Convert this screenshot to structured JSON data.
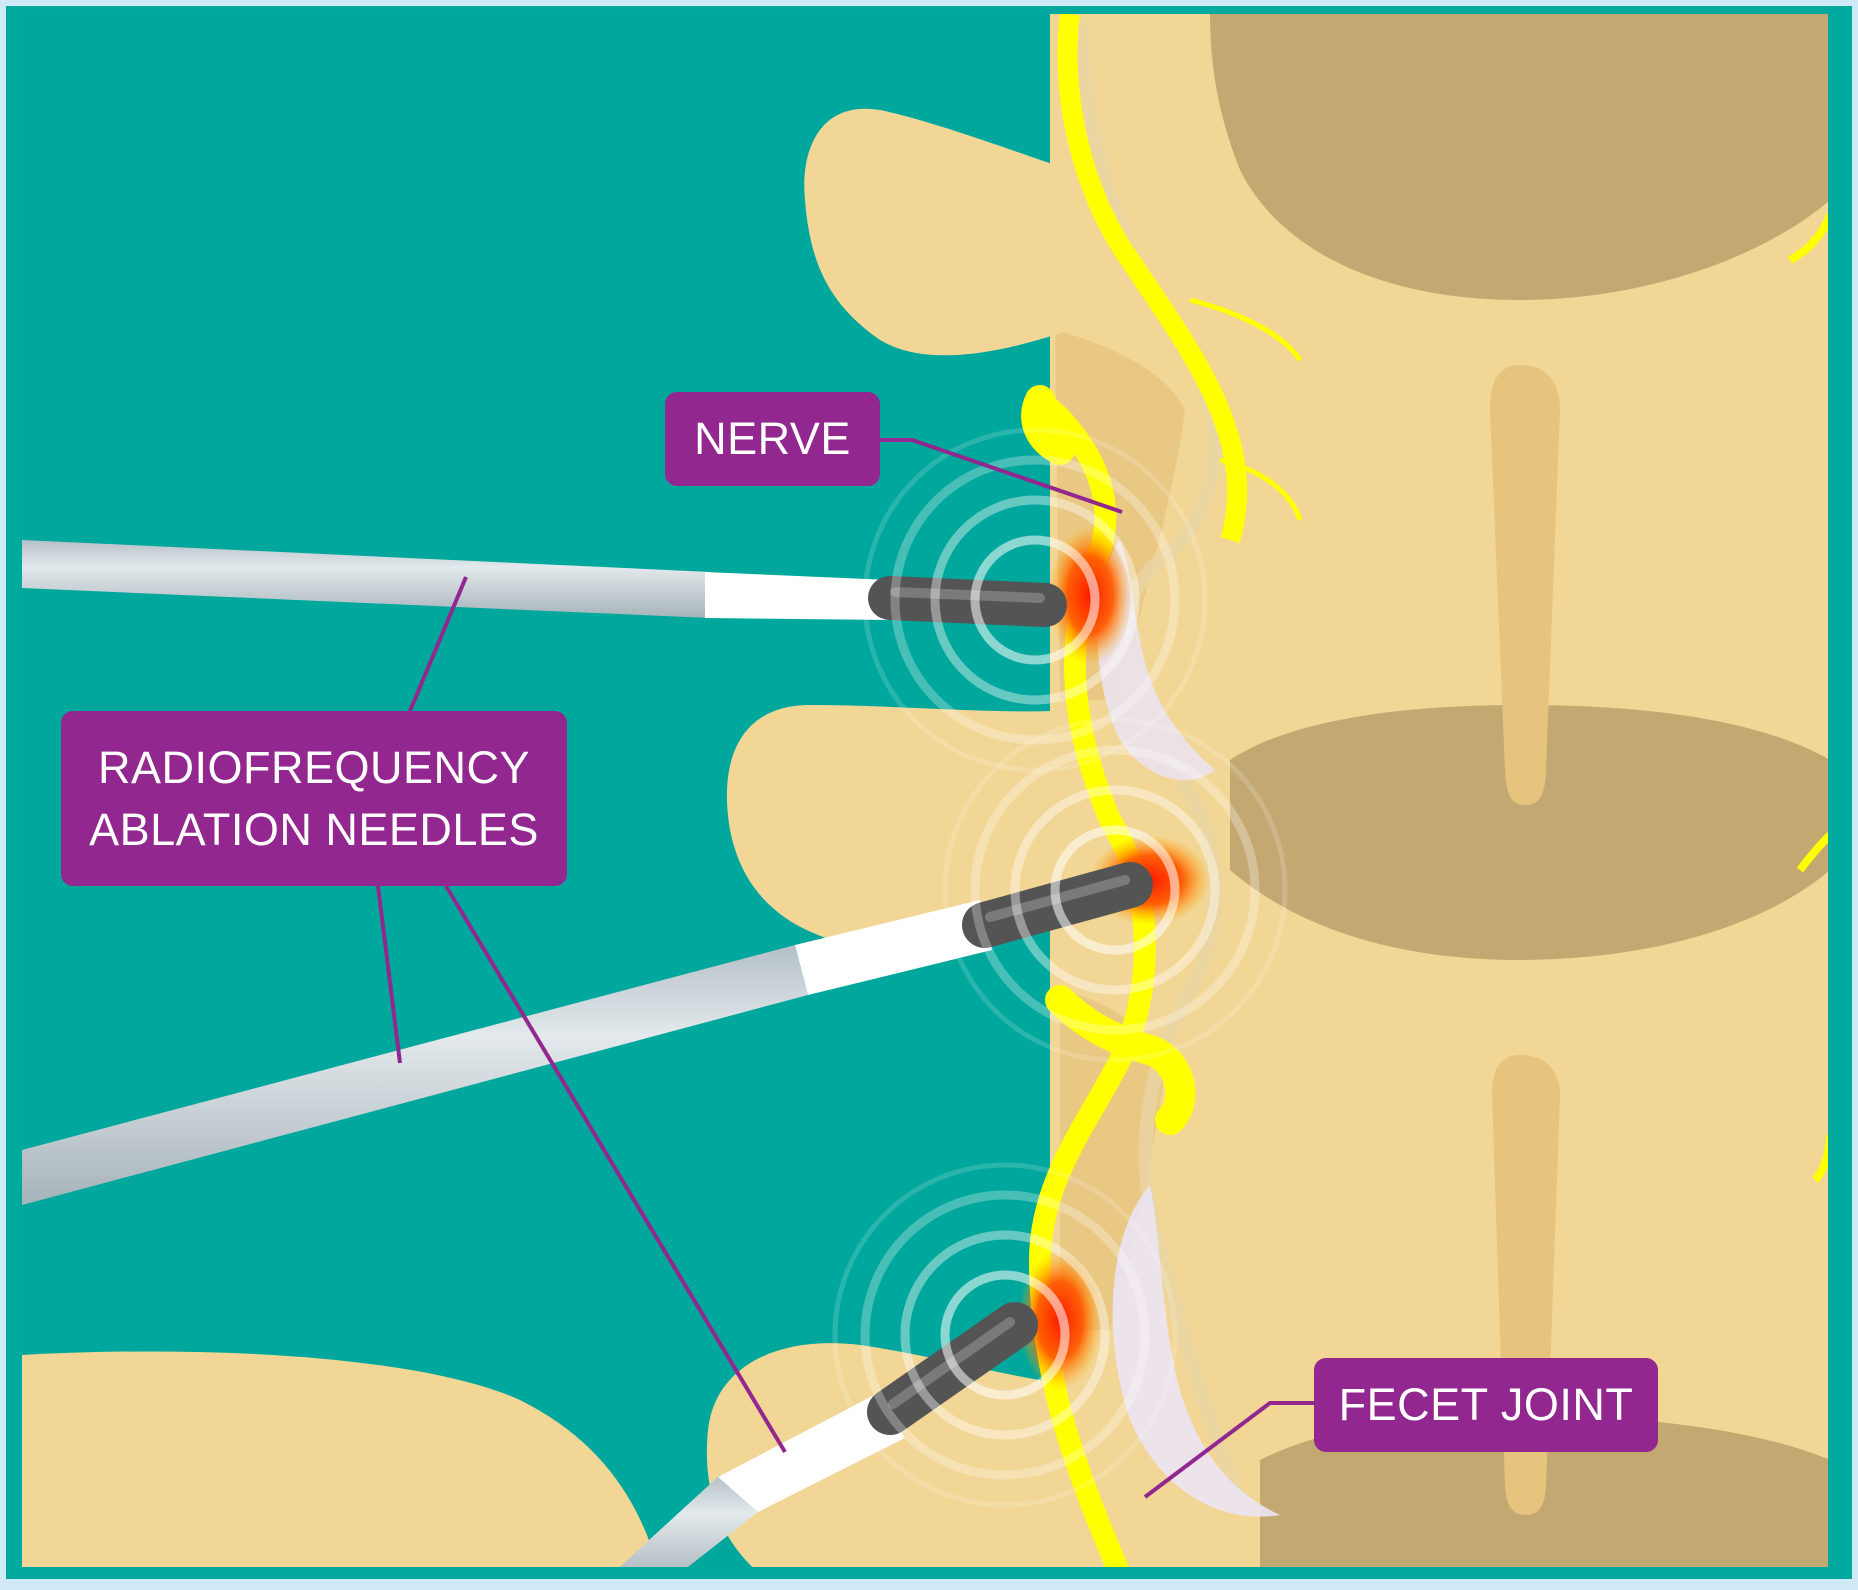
{
  "labels": {
    "nerve": "NERVE",
    "rfa_line1": "RADIOFREQUENCY",
    "rfa_line2": "ABLATION NEEDLES",
    "facet": "FECET JOINT"
  },
  "colors": {
    "page_background": "#cfe9f7",
    "frame": "#00a99d",
    "backdrop": "#00a79c",
    "bone": "#f2d695",
    "bone_shadow": "#e6c47e",
    "vertebral_body": "#c4a872",
    "nerve": "#ffff00",
    "heat": "#ff2200",
    "needle_shaft": "#c9d3d9",
    "needle_band": "#ffffff",
    "needle_tip": "#545454",
    "callout": "#92278f",
    "callout_text": "#ffffff"
  }
}
